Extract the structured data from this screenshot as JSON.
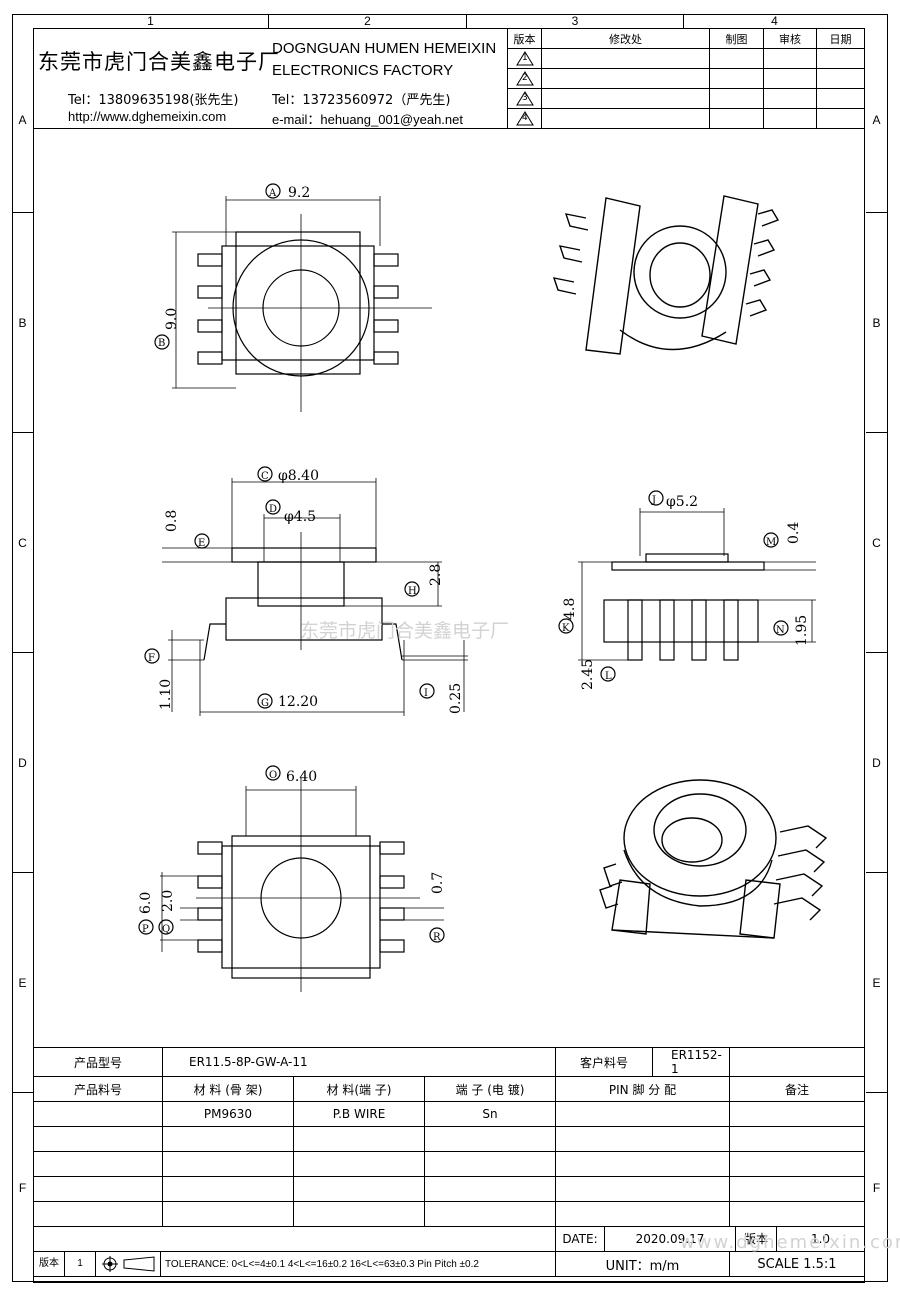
{
  "zones": {
    "columns": [
      "1",
      "2",
      "3",
      "4"
    ],
    "rows": [
      "A",
      "B",
      "C",
      "D",
      "E",
      "F"
    ]
  },
  "header": {
    "company_cn": "东莞市虎门合美鑫电子厂",
    "company_en_line1": "DOGNGUAN HUMEN HEMEIXIN",
    "company_en_line2": "ELECTRONICS FACTORY",
    "tel1": "Tel：13809635198(张先生)",
    "tel2": "Tel：13723560972（严先生)",
    "website": "http://www.dghemeixin.com",
    "email": "e-mail：hehuang_001@yeah.net"
  },
  "revision_table": {
    "headers": [
      "版本",
      "修改处",
      "制图",
      "审核",
      "日期"
    ],
    "rows": [
      "1",
      "2",
      "3",
      "4"
    ]
  },
  "dimensions": {
    "A": "9.2",
    "B": "9.0",
    "C": "φ8.40",
    "D": "φ4.5",
    "E": "0.8",
    "H": "2.8",
    "F": "1.10",
    "G": "12.20",
    "I": "0.25",
    "J": "φ5.2",
    "M": "0.4",
    "K": "4.8",
    "N": "1.95",
    "L": "2.45",
    "O": "6.40",
    "P": "6.0",
    "Q": "2.0",
    "R": "0.7"
  },
  "watermarks": [
    "东莞市虎门合美鑫电子厂",
    "www.dghemeixin.com"
  ],
  "info": {
    "product_model_label": "产品型号",
    "product_model": "ER11.5-8P-GW-A-11",
    "customer_pn_label": "客户料号",
    "customer_pn": "ER1152-1",
    "product_pn_label": "产品料号",
    "material_bobbin_label": "材 料 (骨 架)",
    "material_pin_label": "材 料(端 子)",
    "plating_label": "端 子 (电 镀)",
    "pin_assign_label": "PIN 脚 分 配",
    "remark_label": "备注",
    "material_bobbin": "PM9630",
    "material_pin": "P.B WIRE",
    "plating": "Sn",
    "date_label": "DATE:",
    "date": "2020.09.17",
    "version_label": "版本",
    "version": "1.0",
    "unit": "UNIT：m/m",
    "scale": "SCALE  1.5:1",
    "tolerance": "TOLERANCE:  0<L<=4±0.1  4<L<=16±0.2  16<L<=63±0.3  Pin Pitch  ±0.2",
    "edition_label": "版本",
    "edition": "1"
  }
}
